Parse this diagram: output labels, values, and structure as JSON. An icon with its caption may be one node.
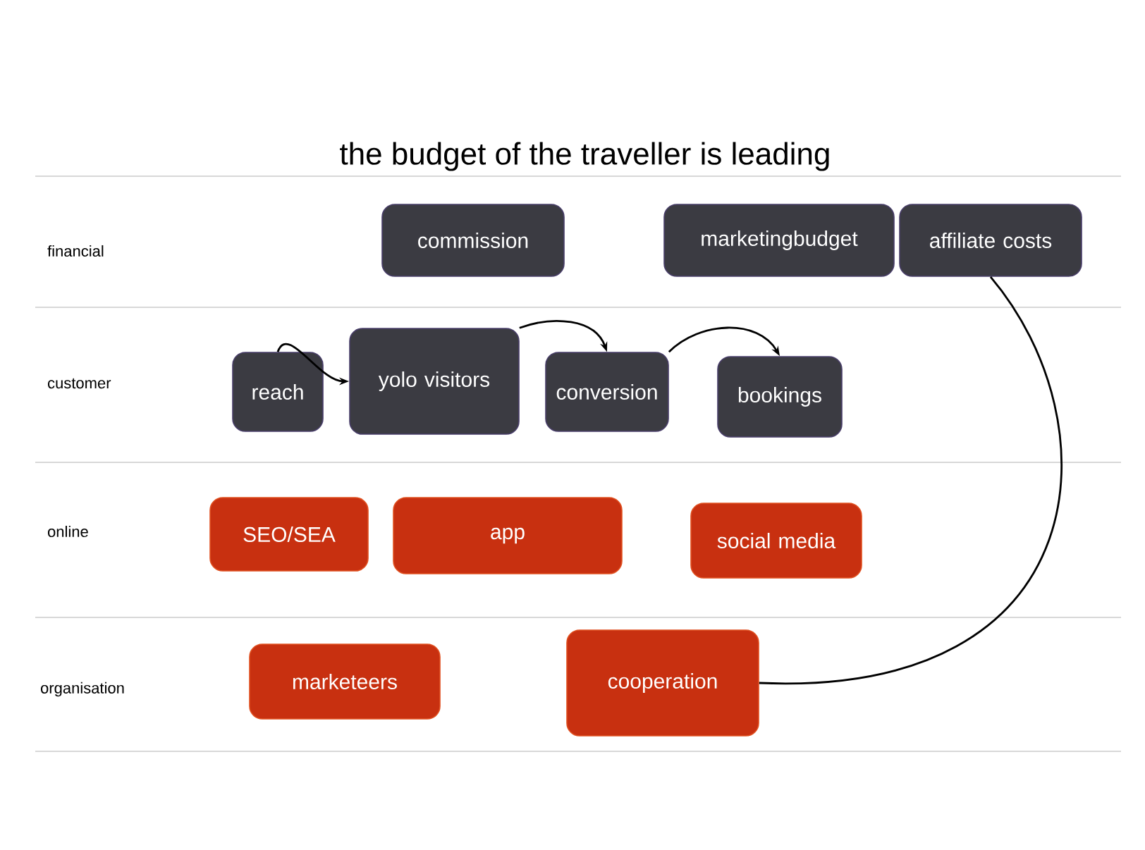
{
  "diagram": {
    "nodes": [
      {
        "text": [
          "commission"
        ]
      },
      {
        "text": [
          "marketingbudget"
        ]
      },
      {
        "text": [
          "affiliate costs"
        ]
      },
      {
        "text": [
          "reach"
        ]
      },
      {
        "text": [
          "yolo visitors"
        ]
      },
      {
        "text": [
          "conversion"
        ]
      },
      {
        "text": [
          "bookings"
        ]
      },
      {
        "text": [
          "SEO/SEA"
        ]
      },
      {
        "text": [
          "app"
        ]
      },
      {
        "text": [
          "social media"
        ]
      },
      {
        "text": [
          "marketeers"
        ]
      },
      {
        "text": [
          "cooperation"
        ]
      }
    ],
    "edges": [
      {
        "from": 3,
        "to": 4,
        "arrow": "to"
      },
      {
        "from": 4,
        "to": 5,
        "arrow": "to"
      },
      {
        "from": 5,
        "to": 6,
        "arrow": "to"
      },
      {
        "from": 2,
        "to": 11,
        "arrow": "none"
      }
    ],
    "labels": [
      "the budget of the traveller is leading",
      "financial",
      "customer",
      "online",
      "organisation"
    ]
  }
}
